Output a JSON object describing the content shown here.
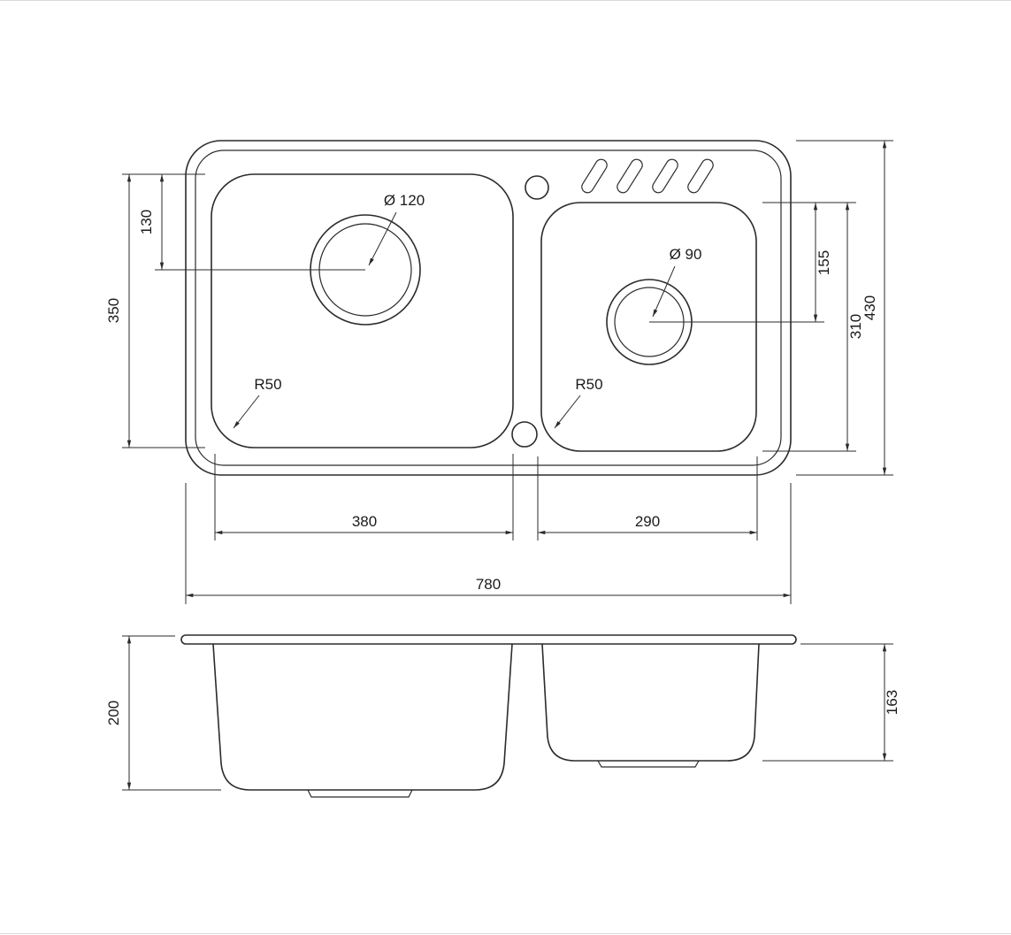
{
  "drawing": {
    "top_view": {
      "drain_left_label": "Ø 120",
      "drain_right_label": "Ø 90",
      "radius_left_label": "R50",
      "radius_right_label": "R50",
      "dim_130": "130",
      "dim_350": "350",
      "dim_155": "155",
      "dim_310": "310",
      "dim_430": "430",
      "dim_380": "380",
      "dim_290": "290",
      "dim_780": "780"
    },
    "side_view": {
      "dim_200": "200",
      "dim_163": "163"
    }
  }
}
